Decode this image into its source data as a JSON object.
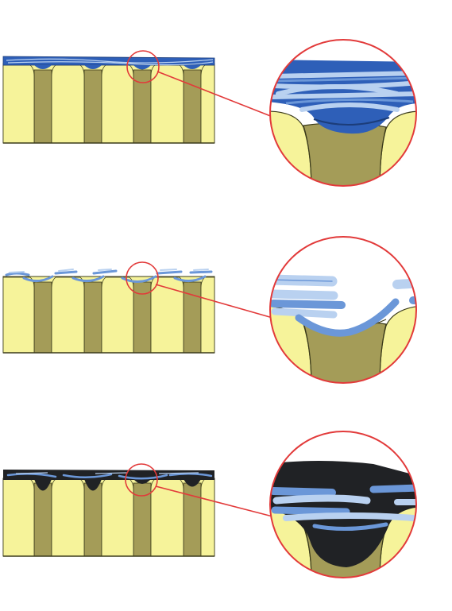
{
  "colors": {
    "background": "#ffffff",
    "paper_fill": "#f6f39a",
    "gap_fill": "#a49c58",
    "outline": "#3a3a1a",
    "callout_red": "#e23a3a",
    "dark_blue": "#2e5fb8",
    "mid_blue": "#6b97d8",
    "light_blue": "#b9d1f0",
    "black_fill": "#202225"
  },
  "panels": [
    {
      "id": "top",
      "coating": "blue-fibre-layer"
    },
    {
      "id": "middle",
      "coating": "loose-fibres"
    },
    {
      "id": "bottom",
      "coating": "black-filled-layer"
    }
  ]
}
